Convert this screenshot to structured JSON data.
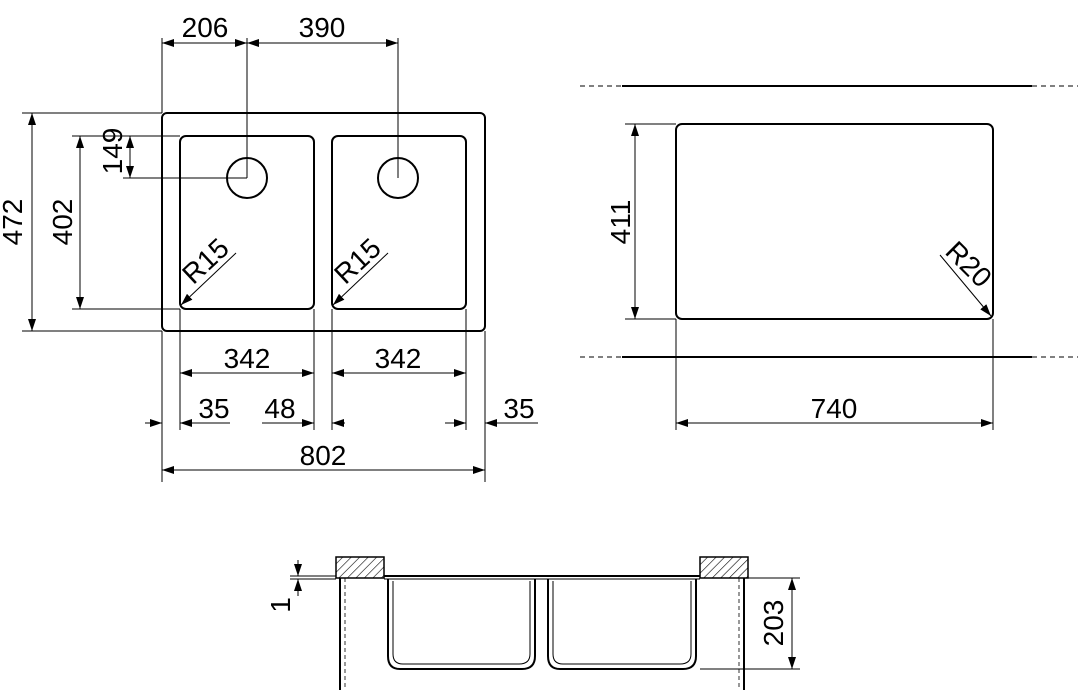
{
  "top_view": {
    "width_total": "802",
    "height_total": "472",
    "bowl_height": "402",
    "drain_offset_top": "149",
    "drain1_offset_left": "206",
    "drain_spacing": "390",
    "bowl1_width": "342",
    "bowl2_width": "342",
    "edge_left": "35",
    "divider": "48",
    "edge_right": "35",
    "radius_left": "R15",
    "radius_right": "R15"
  },
  "cutout_view": {
    "width": "740",
    "height": "411",
    "radius": "R20"
  },
  "section_view": {
    "depth": "203",
    "thickness": "1"
  }
}
